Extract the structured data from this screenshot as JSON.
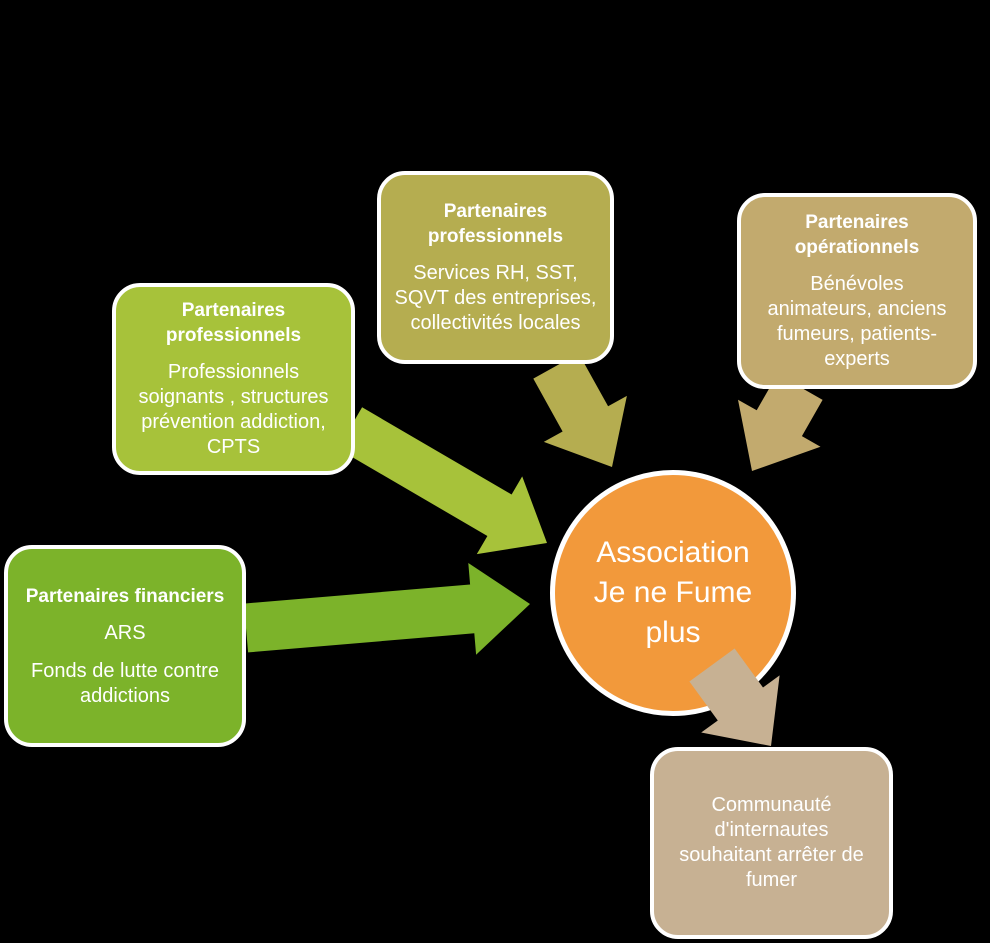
{
  "canvas": {
    "background": "#000000",
    "text_color": "#ffffff",
    "border_color": "#ffffff"
  },
  "center": {
    "label": "Association Je ne Fume plus",
    "lines": [
      "Association",
      "Je ne Fume",
      "plus"
    ],
    "color": "#f2993b"
  },
  "nodes": [
    {
      "id": "partenaires-professionnels-entreprises",
      "title": "Partenaires professionnels",
      "title_lines": [
        "Partenaires",
        "professionnels"
      ],
      "body": "Services RH, SST, SQVT des entreprises, collectivités locales",
      "paragraphs": [
        [
          "Services RH, SST,",
          "SQVT des entreprises,",
          "collectivités locales"
        ]
      ],
      "color": "#b5ad50"
    },
    {
      "id": "partenaires-operationnels",
      "title": "Partenaires opérationnels",
      "title_lines": [
        "Partenaires",
        "opérationnels"
      ],
      "body": "Bénévoles animateurs, anciens fumeurs, patients-experts",
      "paragraphs": [
        [
          "Bénévoles",
          "animateurs, anciens",
          "fumeurs, patients-",
          "experts"
        ]
      ],
      "color": "#c2aa6e"
    },
    {
      "id": "partenaires-professionnels-soignants",
      "title": "Partenaires professionnels",
      "title_lines": [
        "Partenaires",
        "professionnels"
      ],
      "body": "Professionnels soignants , structures prévention addiction, CPTS",
      "paragraphs": [
        [
          "Professionnels",
          "soignants , structures",
          "prévention addiction,",
          "CPTS"
        ]
      ],
      "color": "#a7c23a"
    },
    {
      "id": "partenaires-financiers",
      "title": "Partenaires financiers",
      "title_lines": [
        "Partenaires financiers"
      ],
      "body": "ARS — Fonds de lutte contre addictions",
      "paragraphs": [
        [
          "ARS"
        ],
        [
          "Fonds de lutte contre",
          "addictions"
        ]
      ],
      "color": "#7cb32a"
    },
    {
      "id": "communaute-internautes",
      "title": "",
      "title_lines": [],
      "body": "Communauté d'internautes souhaitant arrêter de fumer",
      "paragraphs": [
        [
          "Communauté",
          "d'internautes",
          "souhaitant arrêter de",
          "fumer"
        ]
      ],
      "color": "#c7b193"
    }
  ]
}
